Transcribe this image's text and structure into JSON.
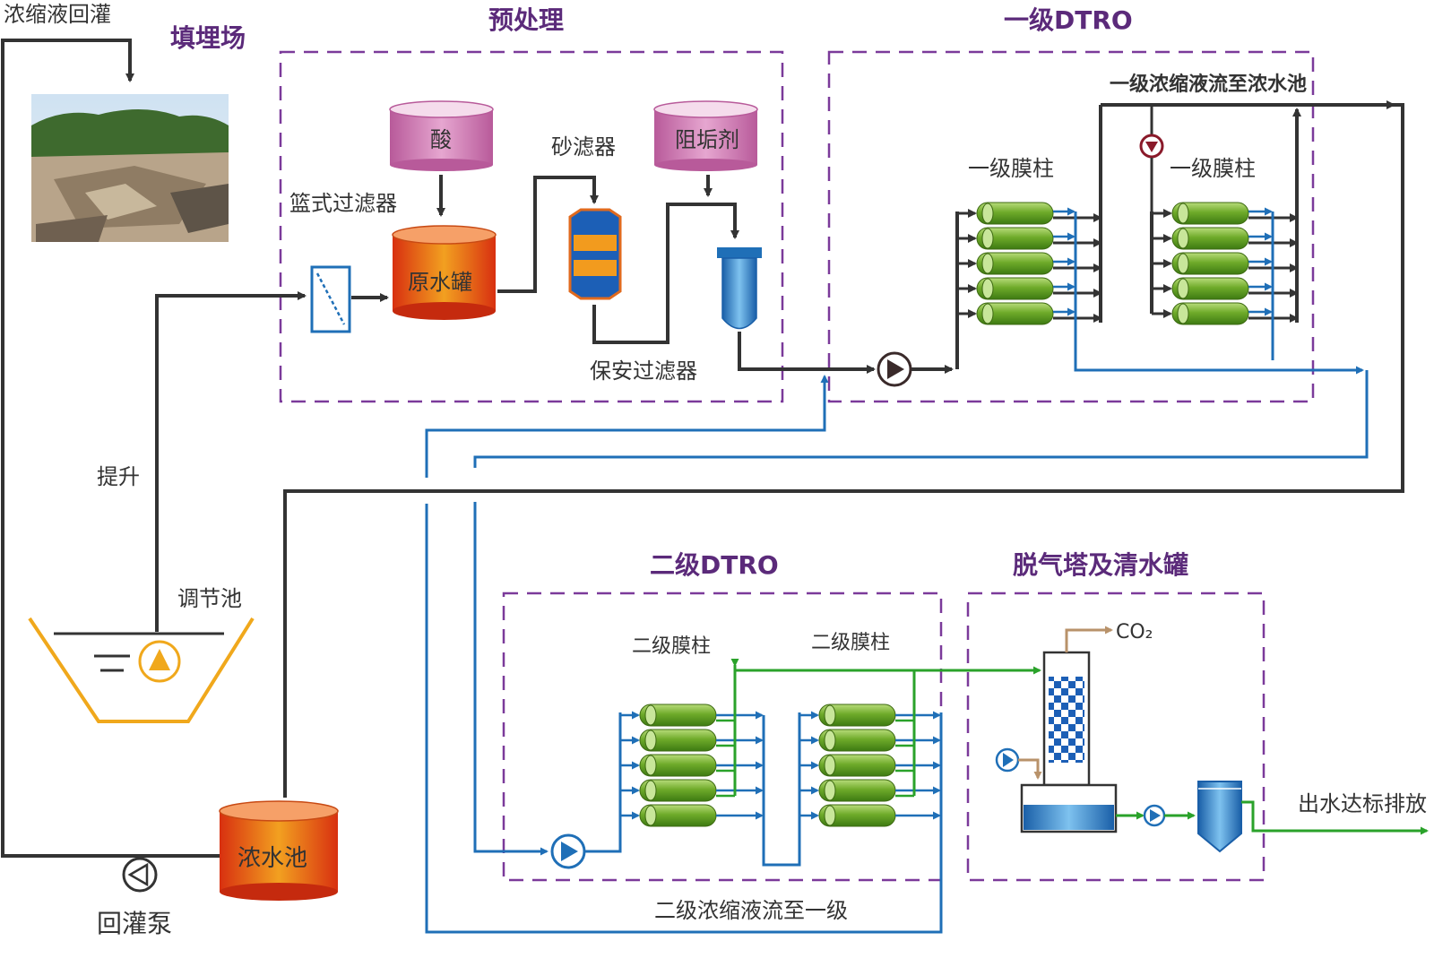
{
  "sections": {
    "landfill": "填埋场",
    "pretreatment": "预处理",
    "stage1": "一级DTRO",
    "stage2": "二级DTRO",
    "degas": "脱气塔及清水罐"
  },
  "labels": {
    "recharge_top": "浓缩液回灌",
    "acid": "酸",
    "antiscalant": "阻垢剂",
    "basket_filter": "篮式过滤器",
    "raw_tank": "原水罐",
    "sand_filter": "砂滤器",
    "security_filter": "保安过滤器",
    "stage1_column_a": "一级膜柱",
    "stage1_column_b": "一级膜柱",
    "stage1_concentrate": "一级浓缩液流至浓水池",
    "lift": "提升",
    "regulating_pool": "调节池",
    "stage2_column_a": "二级膜柱",
    "stage2_column_b": "二级膜柱",
    "co2": "CO₂",
    "discharge": "出水达标排放",
    "concentrate_pool": "浓水池",
    "recharge_pump": "回灌泵",
    "stage2_concentrate": "二级浓缩液流至一级"
  },
  "colors": {
    "dark_line": "#333333",
    "blue_line": "#1f6fb7",
    "green_line": "#2aa22a",
    "tan_line": "#b8926a",
    "section_border": "#7b3a9a",
    "pool_outline": "#f0a81c"
  }
}
